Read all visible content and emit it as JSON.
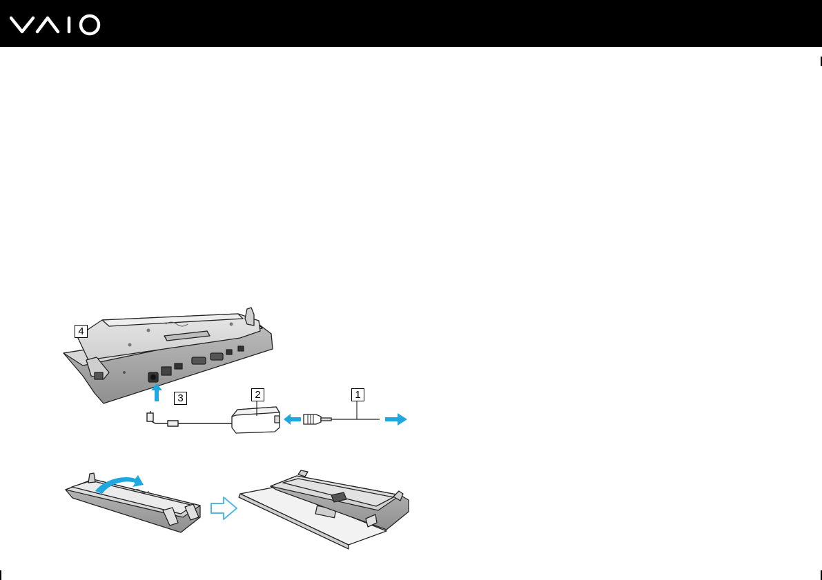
{
  "header": {
    "brand": "VAIO",
    "logo_icon": "vaio-logo-icon"
  },
  "illustration": {
    "callouts": [
      "1",
      "2",
      "3",
      "4"
    ],
    "arrow_color": "#1fa8e0",
    "outline_arrow_color": "#4fb8e8"
  }
}
